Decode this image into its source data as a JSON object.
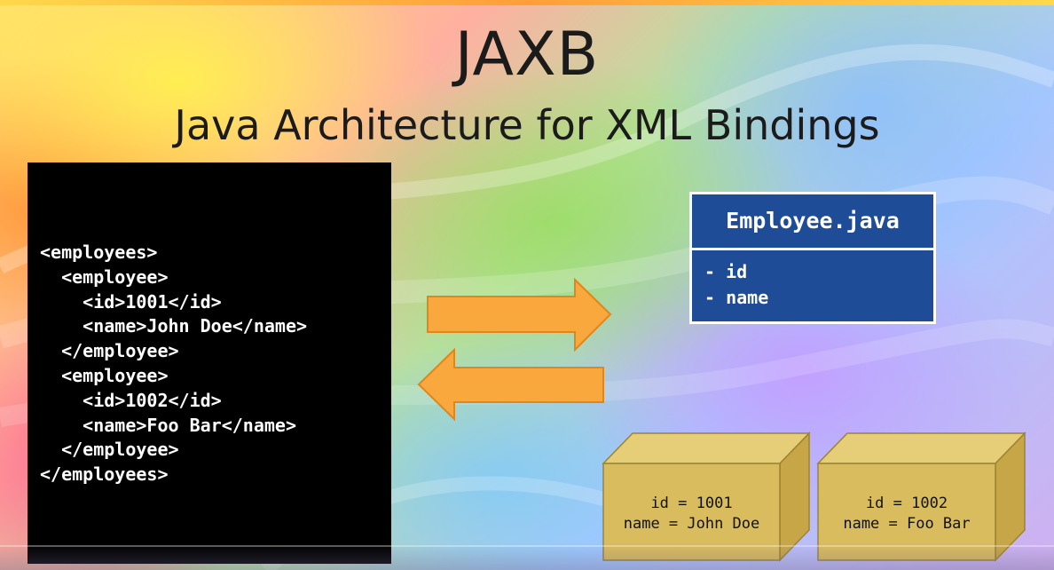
{
  "slide": {
    "title": "JAXB",
    "subtitle": "Java Architecture for XML Bindings"
  },
  "xml": {
    "lines": [
      "<employees>",
      "  <employee>",
      "    <id>1001</id>",
      "    <name>John Doe</name>",
      "  </employee>",
      "  <employee>",
      "    <id>1002</id>",
      "    <name>Foo Bar</name>",
      "  </employee>",
      "</employees>"
    ]
  },
  "java_class": {
    "name": "Employee.java",
    "fields": [
      "- id",
      "- name"
    ]
  },
  "objects": [
    {
      "line1": "id = 1001",
      "line2": "name = John Doe"
    },
    {
      "line1": "id = 1002",
      "line2": "name = Foo Bar"
    }
  ],
  "colors": {
    "arrow": "#f8a83c",
    "arrow_border": "#e0861e",
    "class_box": "#1e4c96",
    "cube_front": "#d9bc5e",
    "cube_top": "#e6cd78",
    "cube_side": "#c7a647"
  },
  "icons": {
    "to_object": "arrow-right-icon",
    "to_xml": "arrow-left-icon"
  }
}
